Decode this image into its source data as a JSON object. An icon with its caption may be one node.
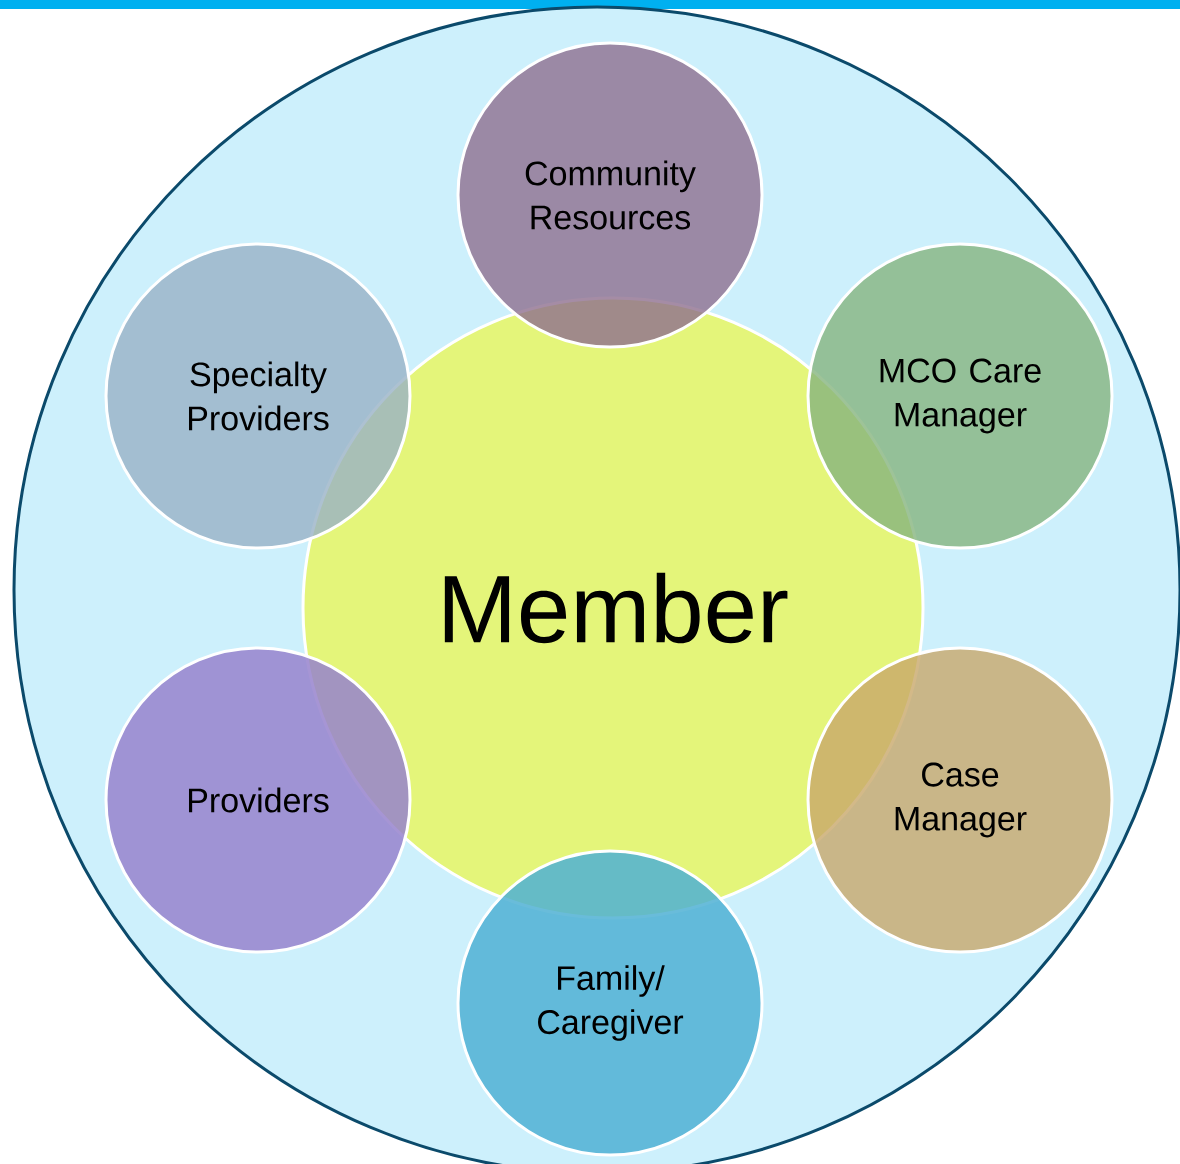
{
  "diagram": {
    "nodes": [
      {
        "text": [],
        "shape": "circle"
      },
      {
        "text": [
          "Member"
        ],
        "in": 0
      },
      {
        "text": [
          "Community Resources"
        ],
        "in": 0
      },
      {
        "text": [
          "Specialty Providers"
        ],
        "in": 0
      },
      {
        "text": [
          "MCO Care Manager"
        ],
        "in": 0
      },
      {
        "text": [
          "Providers"
        ],
        "in": 0
      },
      {
        "text": [
          "Case Manager"
        ],
        "in": 0
      },
      {
        "text": [
          "Family/ Caregiver"
        ],
        "in": 0
      }
    ]
  }
}
